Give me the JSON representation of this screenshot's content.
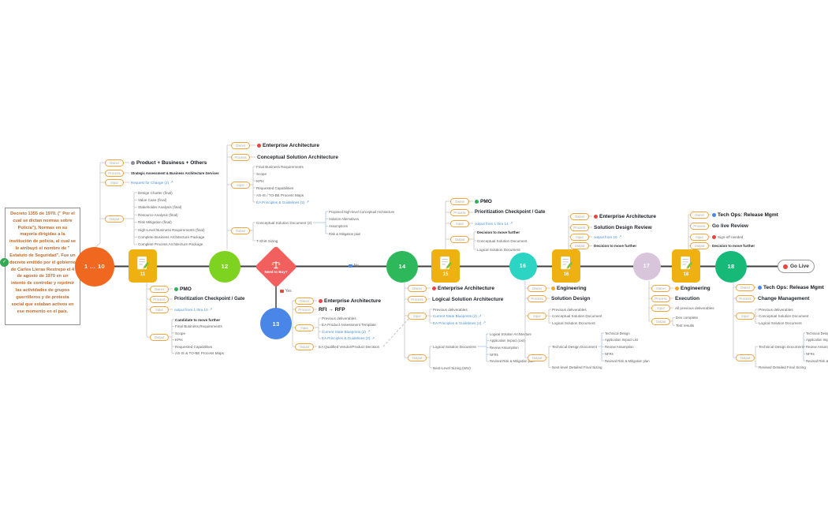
{
  "canvas": {
    "background": "#ffffff",
    "link_color": "#4a90d2",
    "pill_border_color": "#f0a33f"
  },
  "note": {
    "text": "Decreto 1355 de 1970. (\" Por el cual se dictan normas sobre Policía\"), Normas en su mayoría dirigidas a la institución de policía, al cual se le atribuyó el nombre de \" Estatuto de Seguridad\". Fue un decreto emitido por el gobierno de Carlos Lleras Restrepo el 4 de agosto de 1970 en un intento de controlar y reprimir las actividades de grupos guerrilleros y de protesta social que estaban activos en ese momento en el país.",
    "text_color": "#bf6a2a"
  },
  "pill_labels": {
    "owner": "Owner",
    "process": "Process",
    "input": "Input",
    "output": "Output"
  },
  "edge_labels": {
    "no": "No",
    "yes": "Yes"
  },
  "decision": {
    "label": "Need to Buy?"
  },
  "terminator": {
    "label": "Go Live"
  },
  "nodes": [
    {
      "id": "phases-1-10",
      "label": "1 … 10",
      "shape": "circle",
      "color": "#f0681f"
    },
    {
      "id": "gate-11",
      "label": "11",
      "shape": "doc",
      "color": "#eeb111"
    },
    {
      "id": "phase-12",
      "label": "12",
      "shape": "circle",
      "color": "#7ed321"
    },
    {
      "id": "need-to-buy",
      "label": "Need to Buy?",
      "shape": "diamond",
      "color": "#f25f5f"
    },
    {
      "id": "phase-13",
      "label": "13",
      "shape": "circle",
      "color": "#4a86e8"
    },
    {
      "id": "phase-14",
      "label": "14",
      "shape": "circle",
      "color": "#2eb85c"
    },
    {
      "id": "gate-15",
      "label": "15",
      "shape": "doc",
      "color": "#eeb111"
    },
    {
      "id": "phase-16",
      "label": "16",
      "shape": "circle",
      "color": "#2bd4c3"
    },
    {
      "id": "gate-16",
      "label": "16",
      "shape": "doc",
      "color": "#eeb111"
    },
    {
      "id": "phase-17",
      "label": "17",
      "shape": "circle",
      "color": "#d8c5dc"
    },
    {
      "id": "gate-18",
      "label": "18",
      "shape": "doc",
      "color": "#eeb111"
    },
    {
      "id": "phase-18",
      "label": "18",
      "shape": "circle",
      "color": "#17b978"
    }
  ],
  "groups": [
    {
      "attached_to": "phases-1-10",
      "side": "above",
      "owner": {
        "text": "Product + Business + Others",
        "icon_color": "#8a8f98"
      },
      "process": {
        "text": "Strategic Assessment & Business Architecture Services",
        "style": "proc-sm"
      },
      "input": {
        "items": [
          {
            "text": "Request for Change (2)",
            "style": "link"
          }
        ]
      },
      "output": {
        "items": [
          {
            "text": "Design Charter (final)"
          },
          {
            "text": "Value Case (final)"
          },
          {
            "text": "Stakeholder Analysis (final)"
          },
          {
            "text": "Resource Analysis (final)"
          },
          {
            "text": "Risk Mitigation (final)"
          },
          {
            "text": "High-Level Business Requirements (final)"
          },
          {
            "text": "Complete Business Architecture Package"
          },
          {
            "text": "Complete Process Architecture Package"
          }
        ]
      }
    },
    {
      "attached_to": "gate-11",
      "side": "below",
      "owner": {
        "text": "PMO",
        "icon_color": "#2eaf5b"
      },
      "process": {
        "text": "Prioritization Checkpoint / Gate",
        "style": "proc-md"
      },
      "input": {
        "items": [
          {
            "text": "output from 1 thru 10",
            "style": "link"
          }
        ]
      },
      "output": {
        "items": [
          {
            "text": "Candidate to move further",
            "style": "leaf-bold"
          },
          {
            "text": "Final Business Requirements"
          },
          {
            "text": "Scope"
          },
          {
            "text": "KPIs"
          },
          {
            "text": "Requested Capabilities"
          },
          {
            "text": "AS-IS & TO-BE Process Maps"
          }
        ]
      }
    },
    {
      "attached_to": "phase-12",
      "side": "above",
      "owner": {
        "text": "Enterprise Architecture",
        "icon_color": "#e8453c"
      },
      "process": {
        "text": "Conceptual Solution Architecture",
        "style": "proc-lg"
      },
      "input": {
        "items": [
          {
            "text": "Final Business Requirements"
          },
          {
            "text": "Scope"
          },
          {
            "text": "KPIs"
          },
          {
            "text": "Requested Capabilities"
          },
          {
            "text": "AS-IS / TO-BE Process Maps"
          },
          {
            "text": "EA Principles & Guidelines (2)",
            "style": "link"
          }
        ]
      },
      "output": {
        "items": [
          {
            "text": "Conceptual Solution Document (2)",
            "children": [
              {
                "text": "Proposed High-level Conceptual Architecture"
              },
              {
                "text": "Solution Alternatives"
              },
              {
                "text": "Assumptions"
              },
              {
                "text": "Risk & Mitigation plan"
              }
            ]
          },
          {
            "text": "T-Shirt Sizing"
          }
        ]
      }
    },
    {
      "attached_to": "phase-13",
      "side": "right",
      "owner": {
        "text": "Enterprise Architecture",
        "icon_color": "#e8453c"
      },
      "process": {
        "text": "RFI → RFP",
        "style": "proc-lg-bold"
      },
      "input": {
        "items": [
          {
            "text": "Previous deliverables"
          },
          {
            "text": "EA Product Assessment Template"
          },
          {
            "text": "Current State Blueprints (2)",
            "style": "link"
          },
          {
            "text": "EA Principles & Guidelines (2)",
            "style": "link"
          }
        ]
      },
      "output": {
        "items": [
          {
            "text": "EA Qualified Vendor/Product Decision"
          }
        ]
      }
    },
    {
      "attached_to": "gate-15",
      "side": "above",
      "owner": {
        "text": "PMO",
        "icon_color": "#2eaf5b"
      },
      "process": {
        "text": "Prioritization Checkpoint / Gate",
        "style": "proc-md"
      },
      "input": {
        "items": [
          {
            "text": "output from 1 thru 14",
            "style": "link"
          }
        ]
      },
      "output": {
        "items": [
          {
            "text": "Decision to move further",
            "style": "leaf-bold"
          },
          {
            "text": "Conceptual Solution Document"
          },
          {
            "text": "Logical Solution Document"
          }
        ]
      }
    },
    {
      "attached_to": "phase-14",
      "side": "below",
      "owner": {
        "text": "Enterprise Architecture",
        "icon_color": "#e8453c"
      },
      "process": {
        "text": "Logical Solution Architecture",
        "style": "proc-lg"
      },
      "input": {
        "items": [
          {
            "text": "Previous deliverables"
          },
          {
            "text": "Current State Blueprints (2)",
            "style": "link"
          },
          {
            "text": "EA Principles & Guidelines (2)",
            "style": "link"
          }
        ]
      },
      "output": {
        "items": [
          {
            "text": "Logical Solution Document",
            "children": [
              {
                "text": "Logical Solution Architecture"
              },
              {
                "text": "Application Impact (List)"
              },
              {
                "text": "Review Assumption"
              },
              {
                "text": "NFRs"
              },
              {
                "text": "Revised Risk & Mitigation plan"
              }
            ]
          },
          {
            "text": "Next-Level Sizing (WU)"
          }
        ]
      }
    },
    {
      "attached_to": "phase-16",
      "side": "below",
      "owner": {
        "text": "Engineering",
        "icon_color": "#f5a623"
      },
      "process": {
        "text": "Solution Design",
        "style": "proc-lg"
      },
      "input": {
        "items": [
          {
            "text": "Previous deliverables"
          },
          {
            "text": "Conceptual Solution Document"
          },
          {
            "text": "Logical Solution Document"
          }
        ]
      },
      "output": {
        "items": [
          {
            "text": "Technical Design Document",
            "children": [
              {
                "text": "Technical Design"
              },
              {
                "text": "Application Impact List"
              },
              {
                "text": "Review Assumption"
              },
              {
                "text": "NFRs"
              },
              {
                "text": "Revised Risk & Mitigation plan"
              }
            ]
          },
          {
            "text": "Next-level Detailed Final Sizing"
          }
        ]
      }
    },
    {
      "attached_to": "gate-16",
      "side": "above",
      "owner": {
        "text": "Enterprise Architecture",
        "icon_color": "#e8453c"
      },
      "process": {
        "text": "Solution Design Review",
        "style": "proc-lg"
      },
      "input": {
        "items": [
          {
            "text": "output from 16",
            "style": "link"
          }
        ]
      },
      "output": {
        "items": [
          {
            "text": "Decision to move further",
            "style": "leaf-bold"
          }
        ]
      }
    },
    {
      "attached_to": "phase-17",
      "side": "below",
      "owner": {
        "text": "Engineering",
        "icon_color": "#f5a623"
      },
      "process": {
        "text": "Execution",
        "style": "proc-lg"
      },
      "input": {
        "items": [
          {
            "text": "All previous deliverables"
          }
        ]
      },
      "output": {
        "items": [
          {
            "text": "Dev complete"
          },
          {
            "text": "Test results"
          }
        ]
      }
    },
    {
      "attached_to": "gate-18",
      "side": "above",
      "owner": {
        "text": "Tech Ops: Release Mgmt",
        "icon_color": "#4a86e8"
      },
      "process": {
        "text": "Go live Review",
        "style": "proc-lg"
      },
      "input": {
        "items": [
          {
            "text": "Sign-off needed",
            "icon_color": "#e8453c"
          }
        ]
      },
      "output": {
        "items": [
          {
            "text": "Decision to move further",
            "style": "leaf-bold"
          }
        ]
      }
    },
    {
      "attached_to": "phase-18",
      "side": "below",
      "owner": {
        "text": "Tech Ops: Release Mgmt",
        "icon_color": "#4a86e8"
      },
      "process": {
        "text": "Change Management",
        "style": "proc-lg"
      },
      "input": {
        "items": [
          {
            "text": "Previous deliverables"
          },
          {
            "text": "Conceptual Solution Document"
          },
          {
            "text": "Logical Solution Document"
          }
        ]
      },
      "output": {
        "items": [
          {
            "text": "Technical Design Document",
            "children": [
              {
                "text": "Technical Design"
              },
              {
                "text": "Application Impact List"
              },
              {
                "text": "Review Assumption"
              },
              {
                "text": "NFRs"
              },
              {
                "text": "Revised Risk & Mitigation plan"
              }
            ]
          },
          {
            "text": "Revised Detailed Final Sizing"
          }
        ]
      }
    }
  ]
}
